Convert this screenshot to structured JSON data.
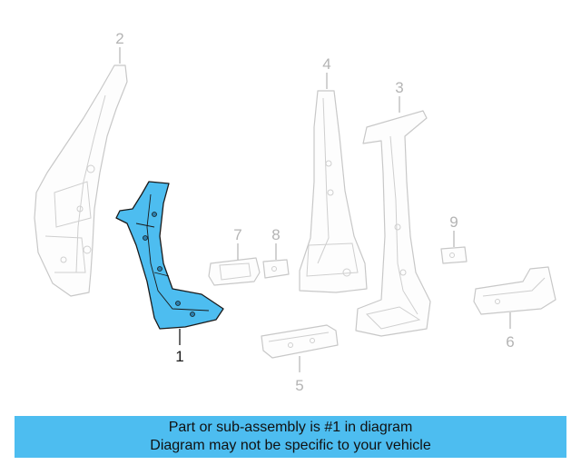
{
  "diagram": {
    "callouts": {
      "part1": "1",
      "part2": "2",
      "part3": "3",
      "part4": "4",
      "part5": "5",
      "part6": "6",
      "part7": "7",
      "part8": "8",
      "part9": "9"
    },
    "highlight_color": "#4dbdf0",
    "highlighted_part": "1"
  },
  "banner": {
    "line1": "Part or sub-assembly is #1 in diagram",
    "line2": "Diagram may not be specific to your vehicle"
  }
}
